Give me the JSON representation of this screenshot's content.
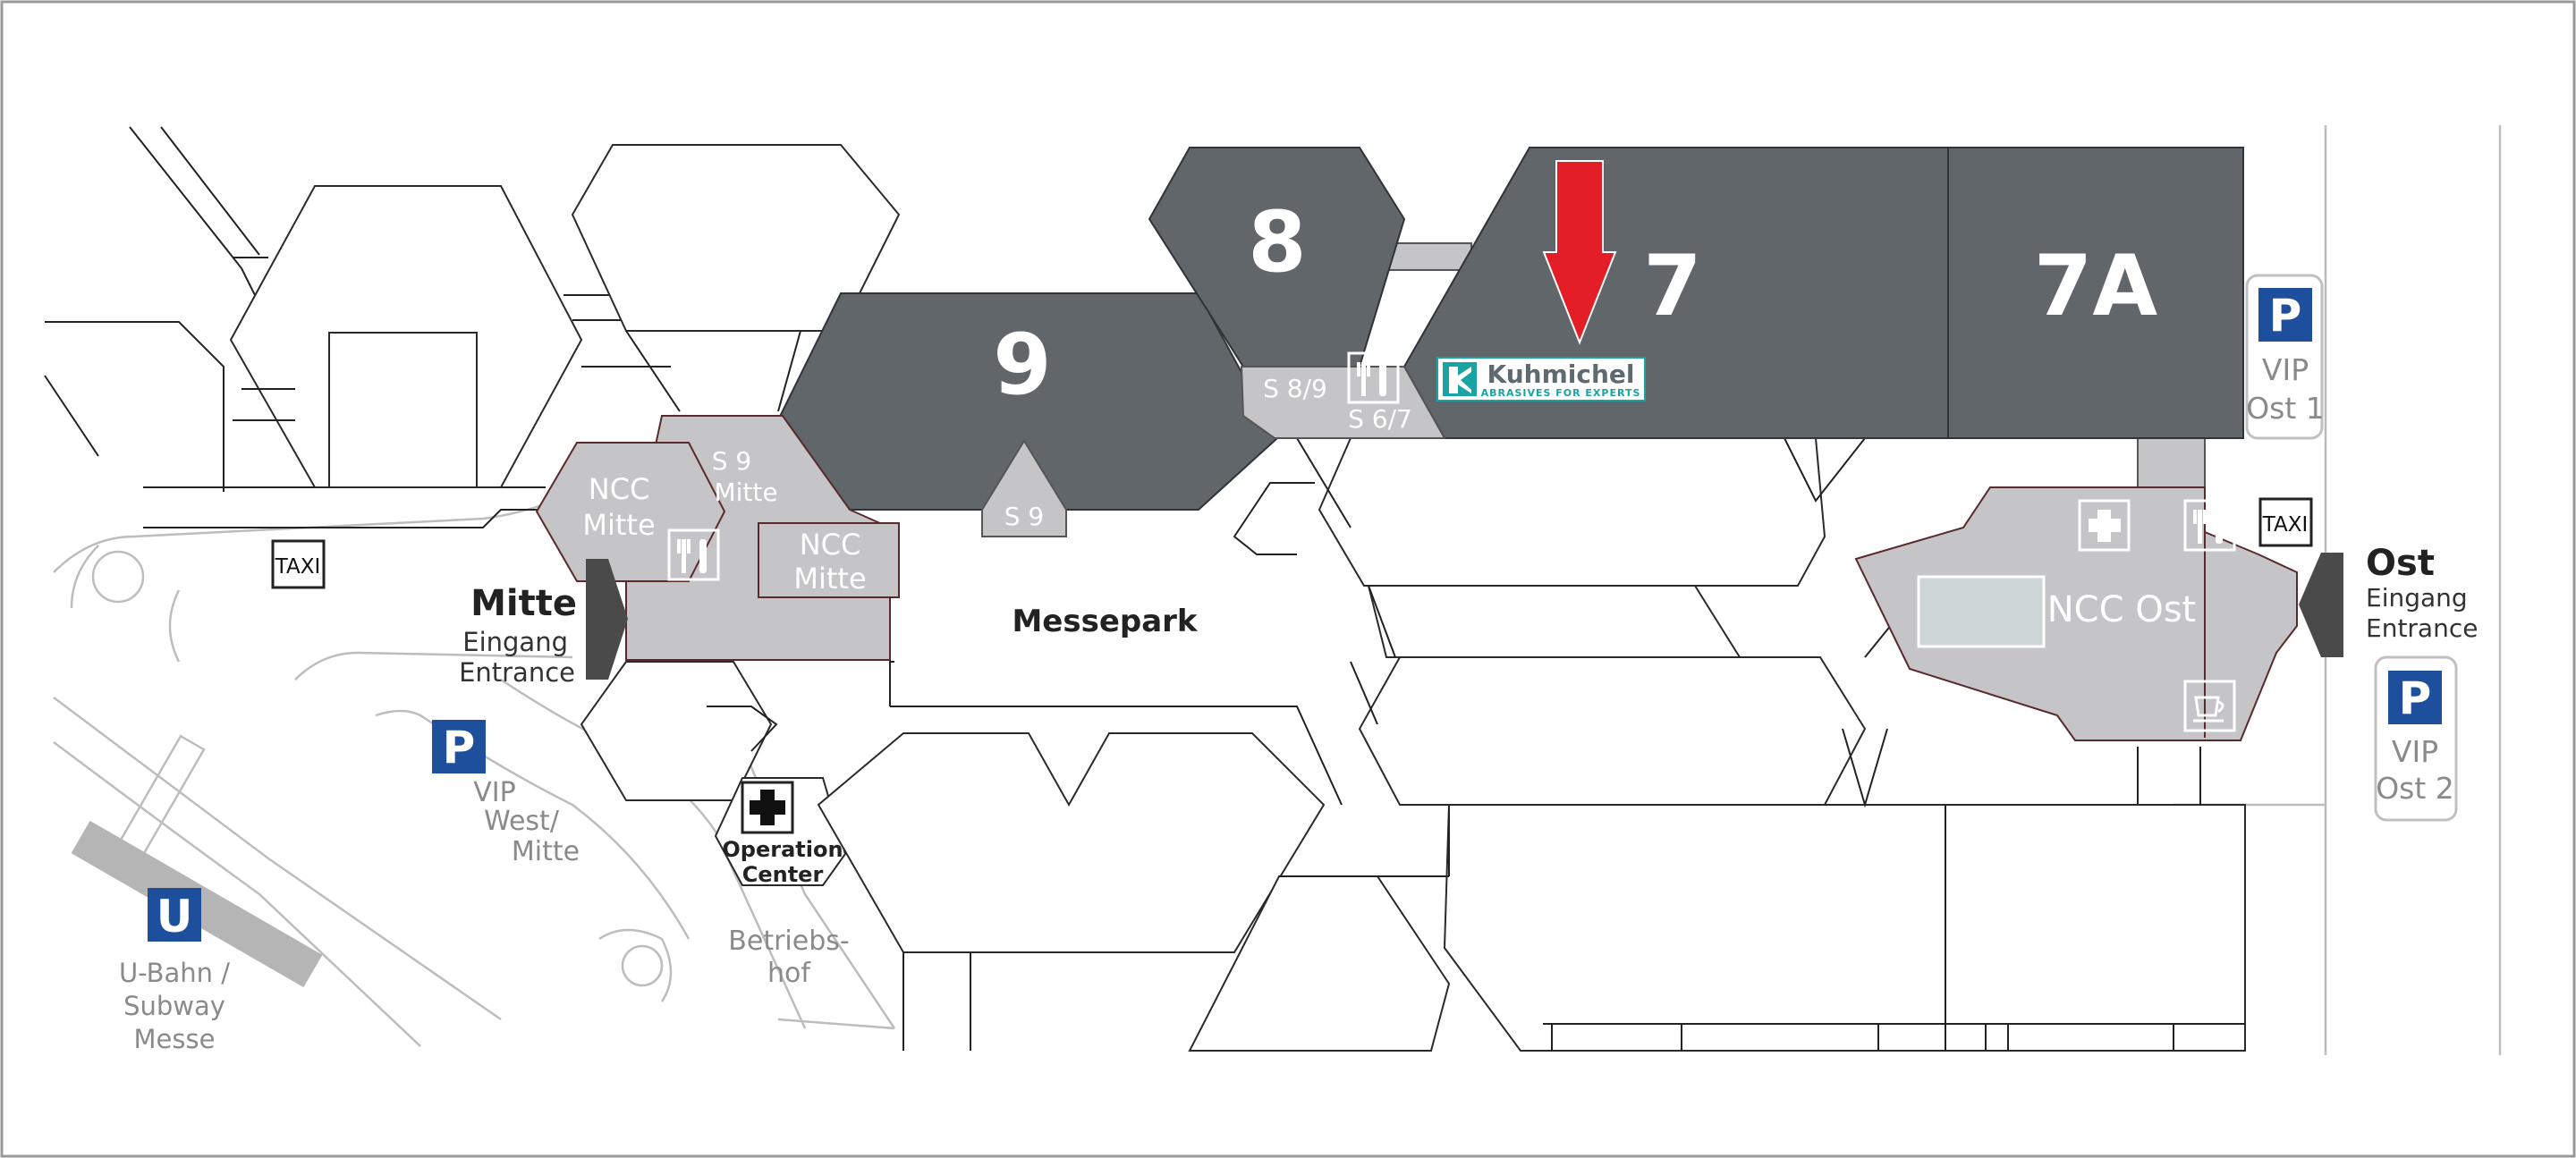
{
  "halls": {
    "h9": "9",
    "h8": "8",
    "h7": "7",
    "h7a": "7A"
  },
  "ncc": {
    "mitte_top": "NCC",
    "mitte_bottom": "Mitte",
    "ost": "NCC Ost"
  },
  "passages": {
    "s9_mitte_top": "S 9",
    "s9_mitte_bottom": "Mitte",
    "s9": "S 9",
    "s89": "S 8/9",
    "s67": "S 6/7"
  },
  "areas": {
    "messepark": "Messepark",
    "betriebshof_line1": "Betriebs-",
    "betriebshof_line2": "hof",
    "operation_line1": "Operation",
    "operation_line2": "Center"
  },
  "entrances": {
    "mitte_title": "Mitte",
    "mitte_line1": "Eingang",
    "mitte_line2": "Entrance",
    "ost_title": "Ost",
    "ost_line1": "Eingang",
    "ost_line2": "Entrance"
  },
  "parking": {
    "p_letter": "P",
    "vip_ost1_line1": "VIP",
    "vip_ost1_line2": "Ost 1",
    "vip_ost2_line1": "VIP",
    "vip_ost2_line2": "Ost 2",
    "vip_west_line1": "VIP",
    "vip_west_line2": "West/",
    "vip_west_line3": "Mitte"
  },
  "transit": {
    "taxi": "TAXI",
    "u_letter": "U",
    "ubahn_line1": "U-Bahn /",
    "ubahn_line2": "Subway",
    "ubahn_line3": "Messe"
  },
  "exhibitor": {
    "name": "Kuhmichel",
    "tagline": "ABRASIVES FOR EXPERTS",
    "logo_color": "#1aa3a3",
    "marker_color": "#e41e26"
  },
  "colors": {
    "hall_dark": "#606669",
    "ncc_fill": "#c5c5c7",
    "parking_blue": "#1d4f9c"
  }
}
